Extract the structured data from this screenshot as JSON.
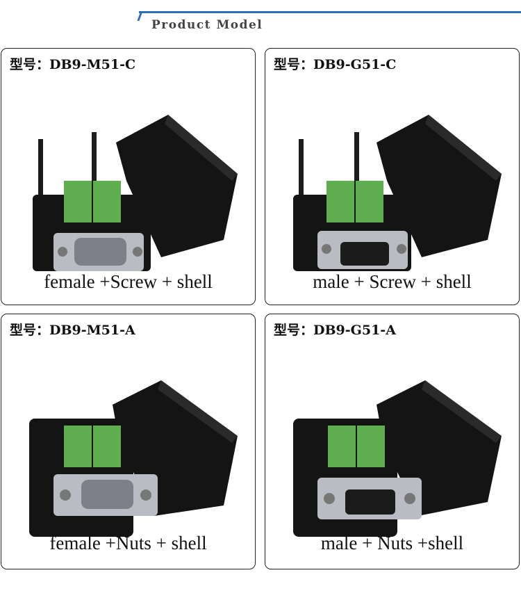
{
  "header": {
    "title": "Product Model",
    "accent_color": "#2c6fb5"
  },
  "products": [
    {
      "model": "型号：DB9-M51-C",
      "description": "female +Screw + shell",
      "gender": "female",
      "fixing": "screw"
    },
    {
      "model": "型号：DB9-G51-C",
      "description": "male + Screw + shell",
      "gender": "male",
      "fixing": "screw"
    },
    {
      "model": "型号：DB9-M51-A",
      "description": "female +Nuts + shell",
      "gender": "female",
      "fixing": "nuts"
    },
    {
      "model": "型号：DB9-G51-A",
      "description": "male + Nuts +shell",
      "gender": "male",
      "fixing": "nuts"
    }
  ],
  "colors": {
    "shell": "#141414",
    "terminal": "#5fae4f",
    "metal": "#b9bcc2"
  }
}
